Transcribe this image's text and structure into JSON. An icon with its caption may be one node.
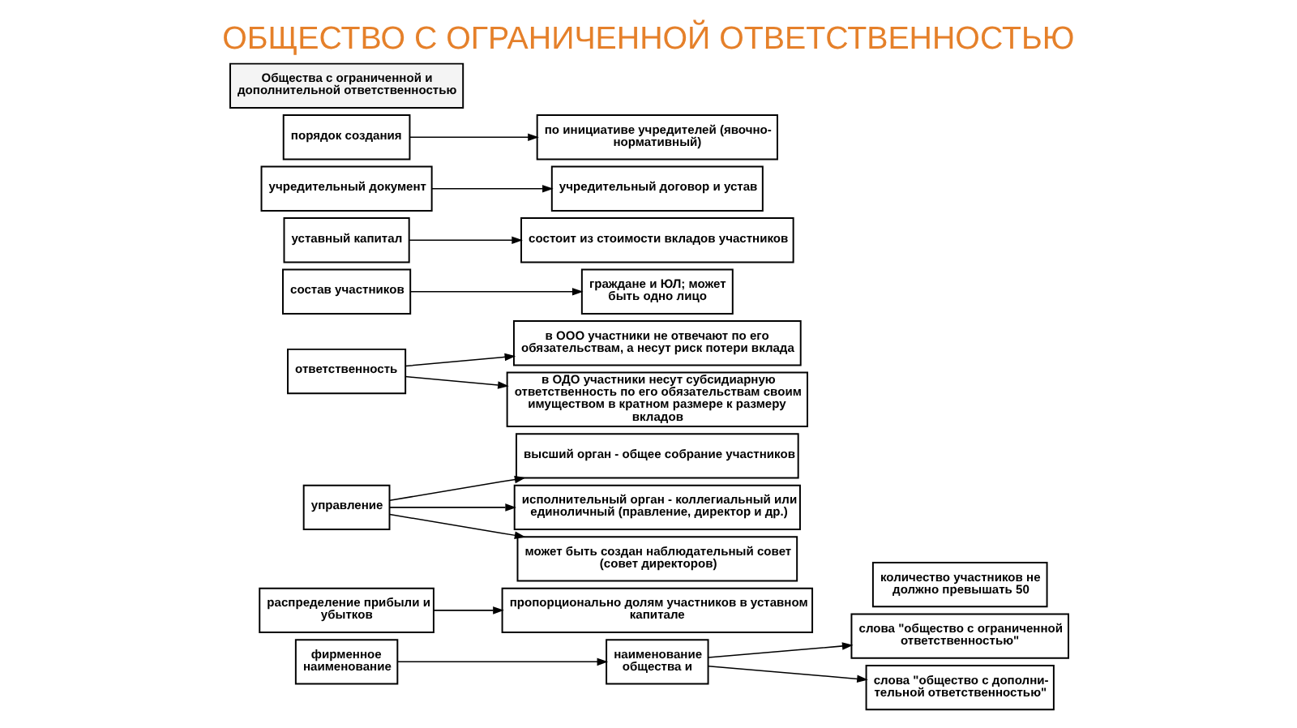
{
  "diagram": {
    "title": "ОБЩЕСТВО С ОГРАНИЧЕННОЙ ОТВЕТСТВЕННОСТЬЮ",
    "nodes": [
      {
        "text": [
          "Общества с ограниченной и дополнительной ответственностью"
        ]
      },
      {
        "text": [
          "порядок создания"
        ]
      },
      {
        "text": [
          "по инициативе учредителей (явочно-нормативный)"
        ]
      },
      {
        "text": [
          "учредительный документ"
        ]
      },
      {
        "text": [
          "учредительный договор и устав"
        ]
      },
      {
        "text": [
          "уставный капитал"
        ]
      },
      {
        "text": [
          "состоит из стоимости вкладов участников"
        ]
      },
      {
        "text": [
          "состав участников"
        ]
      },
      {
        "text": [
          "граждане и ЮЛ; может быть одно лицо"
        ]
      },
      {
        "text": [
          "количество участников не должно превышать 50"
        ]
      },
      {
        "text": [
          "ответственность"
        ]
      },
      {
        "text": [
          "в ООО участники не отвечают по его обязательствам, а несут риск потери вклада"
        ]
      },
      {
        "text": [
          "в ОДО участники несут субсидиарную ответственность по его обязательствам своим имуществом в кратном размере к размеру вкладов"
        ]
      },
      {
        "text": [
          "управление"
        ]
      },
      {
        "text": [
          "высший орган - общее собрание участников"
        ]
      },
      {
        "text": [
          "исполнительный орган - коллегиальный или единоличный (правление, директор и др.)"
        ]
      },
      {
        "text": [
          "может быть создан наблюдательный совет (совет директоров)"
        ]
      },
      {
        "text": [
          "распределение прибыли и убытков"
        ]
      },
      {
        "text": [
          "пропорционально долям участников в уставном капитале"
        ]
      },
      {
        "text": [
          "фирменное наименование"
        ]
      },
      {
        "text": [
          "наименование общества и"
        ]
      },
      {
        "text": [
          "слова \"общество с ограниченной ответственностью\""
        ]
      },
      {
        "text": [
          "слова \"общество с дополни- тельной ответственностью\""
        ]
      }
    ],
    "edges": [
      {
        "from": 1,
        "to": 2,
        "arrow": "to"
      },
      {
        "from": 3,
        "to": 4,
        "arrow": "to"
      },
      {
        "from": 5,
        "to": 6,
        "arrow": "to"
      },
      {
        "from": 7,
        "to": 8,
        "arrow": "to"
      },
      {
        "from": 10,
        "to": 11,
        "arrow": "to"
      },
      {
        "from": 10,
        "to": 12,
        "arrow": "to"
      },
      {
        "from": 13,
        "to": 14,
        "arrow": "to"
      },
      {
        "from": 13,
        "to": 15,
        "arrow": "to"
      },
      {
        "from": 13,
        "to": 16,
        "arrow": "to"
      },
      {
        "from": 17,
        "to": 18,
        "arrow": "to"
      },
      {
        "from": 19,
        "to": 20,
        "arrow": "to"
      },
      {
        "from": 20,
        "to": 21,
        "arrow": "to"
      },
      {
        "from": 20,
        "to": 22,
        "arrow": "to"
      }
    ]
  }
}
